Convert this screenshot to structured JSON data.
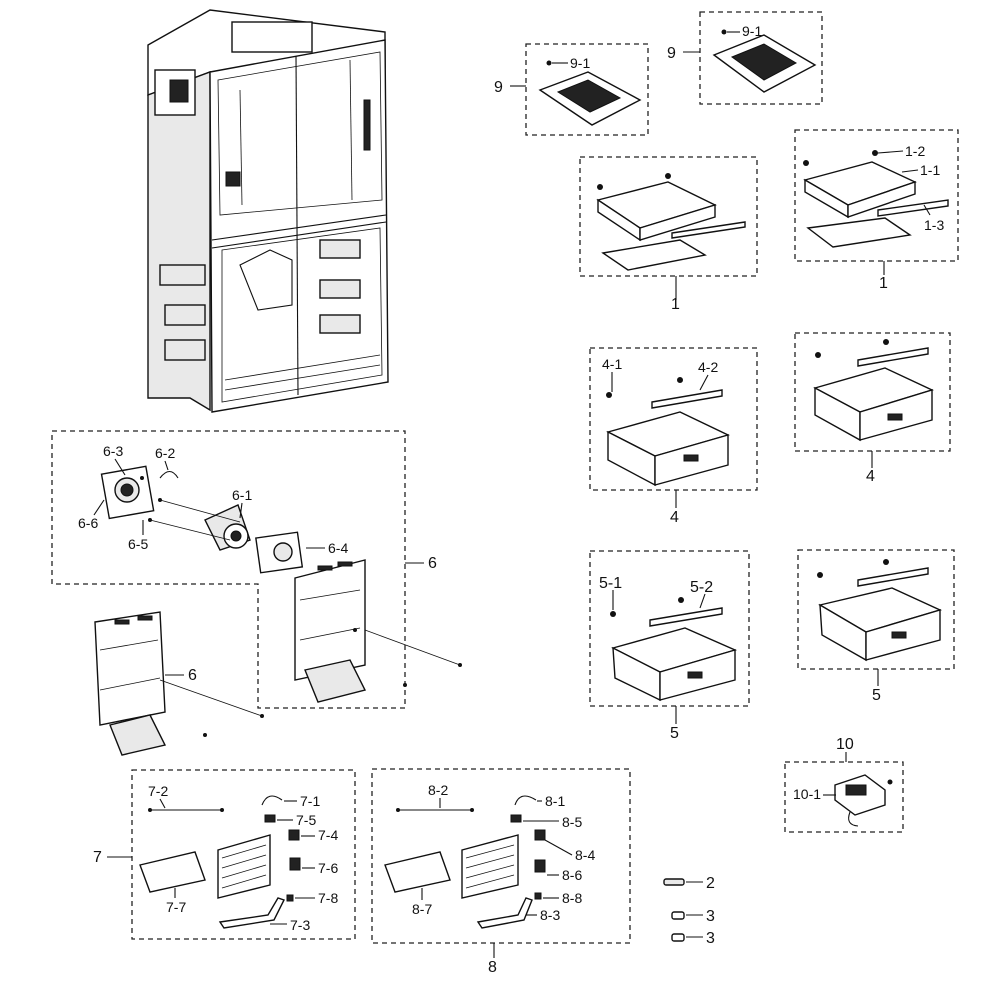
{
  "labels": {
    "l9a": "9",
    "l9a1": "9-1",
    "l9b": "9",
    "l9b1": "9-1",
    "l1a": "1",
    "l1b": "1",
    "l1b1": "1-1",
    "l1b2": "1-2",
    "l1b3": "1-3",
    "l4a": "4",
    "l4a1": "4-1",
    "l4a2": "4-2",
    "l4b": "4",
    "l5a": "5",
    "l5a1": "5-1",
    "l5a2": "5-2",
    "l5b": "5",
    "l6": "6",
    "l61": "6-1",
    "l62": "6-2",
    "l63": "6-3",
    "l64": "6-4",
    "l65": "6-5",
    "l66": "6-6",
    "l6b": "6",
    "l7": "7",
    "l71": "7-1",
    "l72": "7-2",
    "l73": "7-3",
    "l74": "7-4",
    "l75": "7-5",
    "l76": "7-6",
    "l77": "7-7",
    "l78": "7-8",
    "l8": "8",
    "l81": "8-1",
    "l82": "8-2",
    "l83": "8-3",
    "l84": "8-4",
    "l85": "8-5",
    "l86": "8-6",
    "l87": "8-7",
    "l88": "8-8",
    "l10": "10",
    "l101": "10-1",
    "l2": "2",
    "l3a": "3",
    "l3b": "3"
  }
}
